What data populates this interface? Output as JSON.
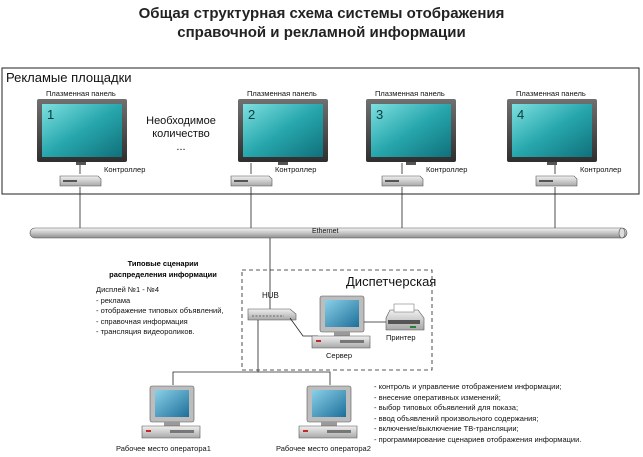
{
  "title": {
    "line1": "Общая структурная схема системы отображения",
    "line2": "справочной и рекламной информации"
  },
  "ad_area": {
    "label": "Рекламые площадки",
    "panels": [
      {
        "caption": "Плазменная панель",
        "number": "1",
        "controller": "Контроллер"
      },
      {
        "caption": "Плазменная панель",
        "number": "2",
        "controller": "Контроллер"
      },
      {
        "caption": "Плазменная панель",
        "number": "3",
        "controller": "Контроллер"
      },
      {
        "caption": "Плазменная панель",
        "number": "4",
        "controller": "Контроллер"
      }
    ],
    "note": {
      "line1": "Необходимое",
      "line2": "количество",
      "line3": "..."
    }
  },
  "ethernet_label": "Ethernet",
  "scenarios": {
    "title_line1": "Типовые сценарии",
    "title_line2": "распределения информации",
    "items": [
      "Дисплей №1 -  №4",
      "- реклама",
      "- отображение типовых объявлений,",
      "- справочная информация",
      "- трансляция видеороликов."
    ]
  },
  "dispatch": {
    "label": "Диспетчерская",
    "hub": "HUB",
    "server": "Сервер",
    "printer": "Принтер"
  },
  "operators": [
    {
      "label": "Рабочее место оператора1"
    },
    {
      "label": "Рабочее место оператора2"
    }
  ],
  "functions": [
    "- контроль и управление отображением информации;",
    "- внесение оперативных изменений;",
    "- выбор типовых объявлений для показа;",
    "- ввод объявлений произвольного содержания;",
    "- включение/выключение ТВ-трансляции;",
    "- программирование сценариев отображения информации."
  ],
  "colors": {
    "screen": "#1e9aa3",
    "screen_glow": "#66d4d6",
    "device": "#d9d9d9",
    "device_dark": "#8a8a8a"
  }
}
